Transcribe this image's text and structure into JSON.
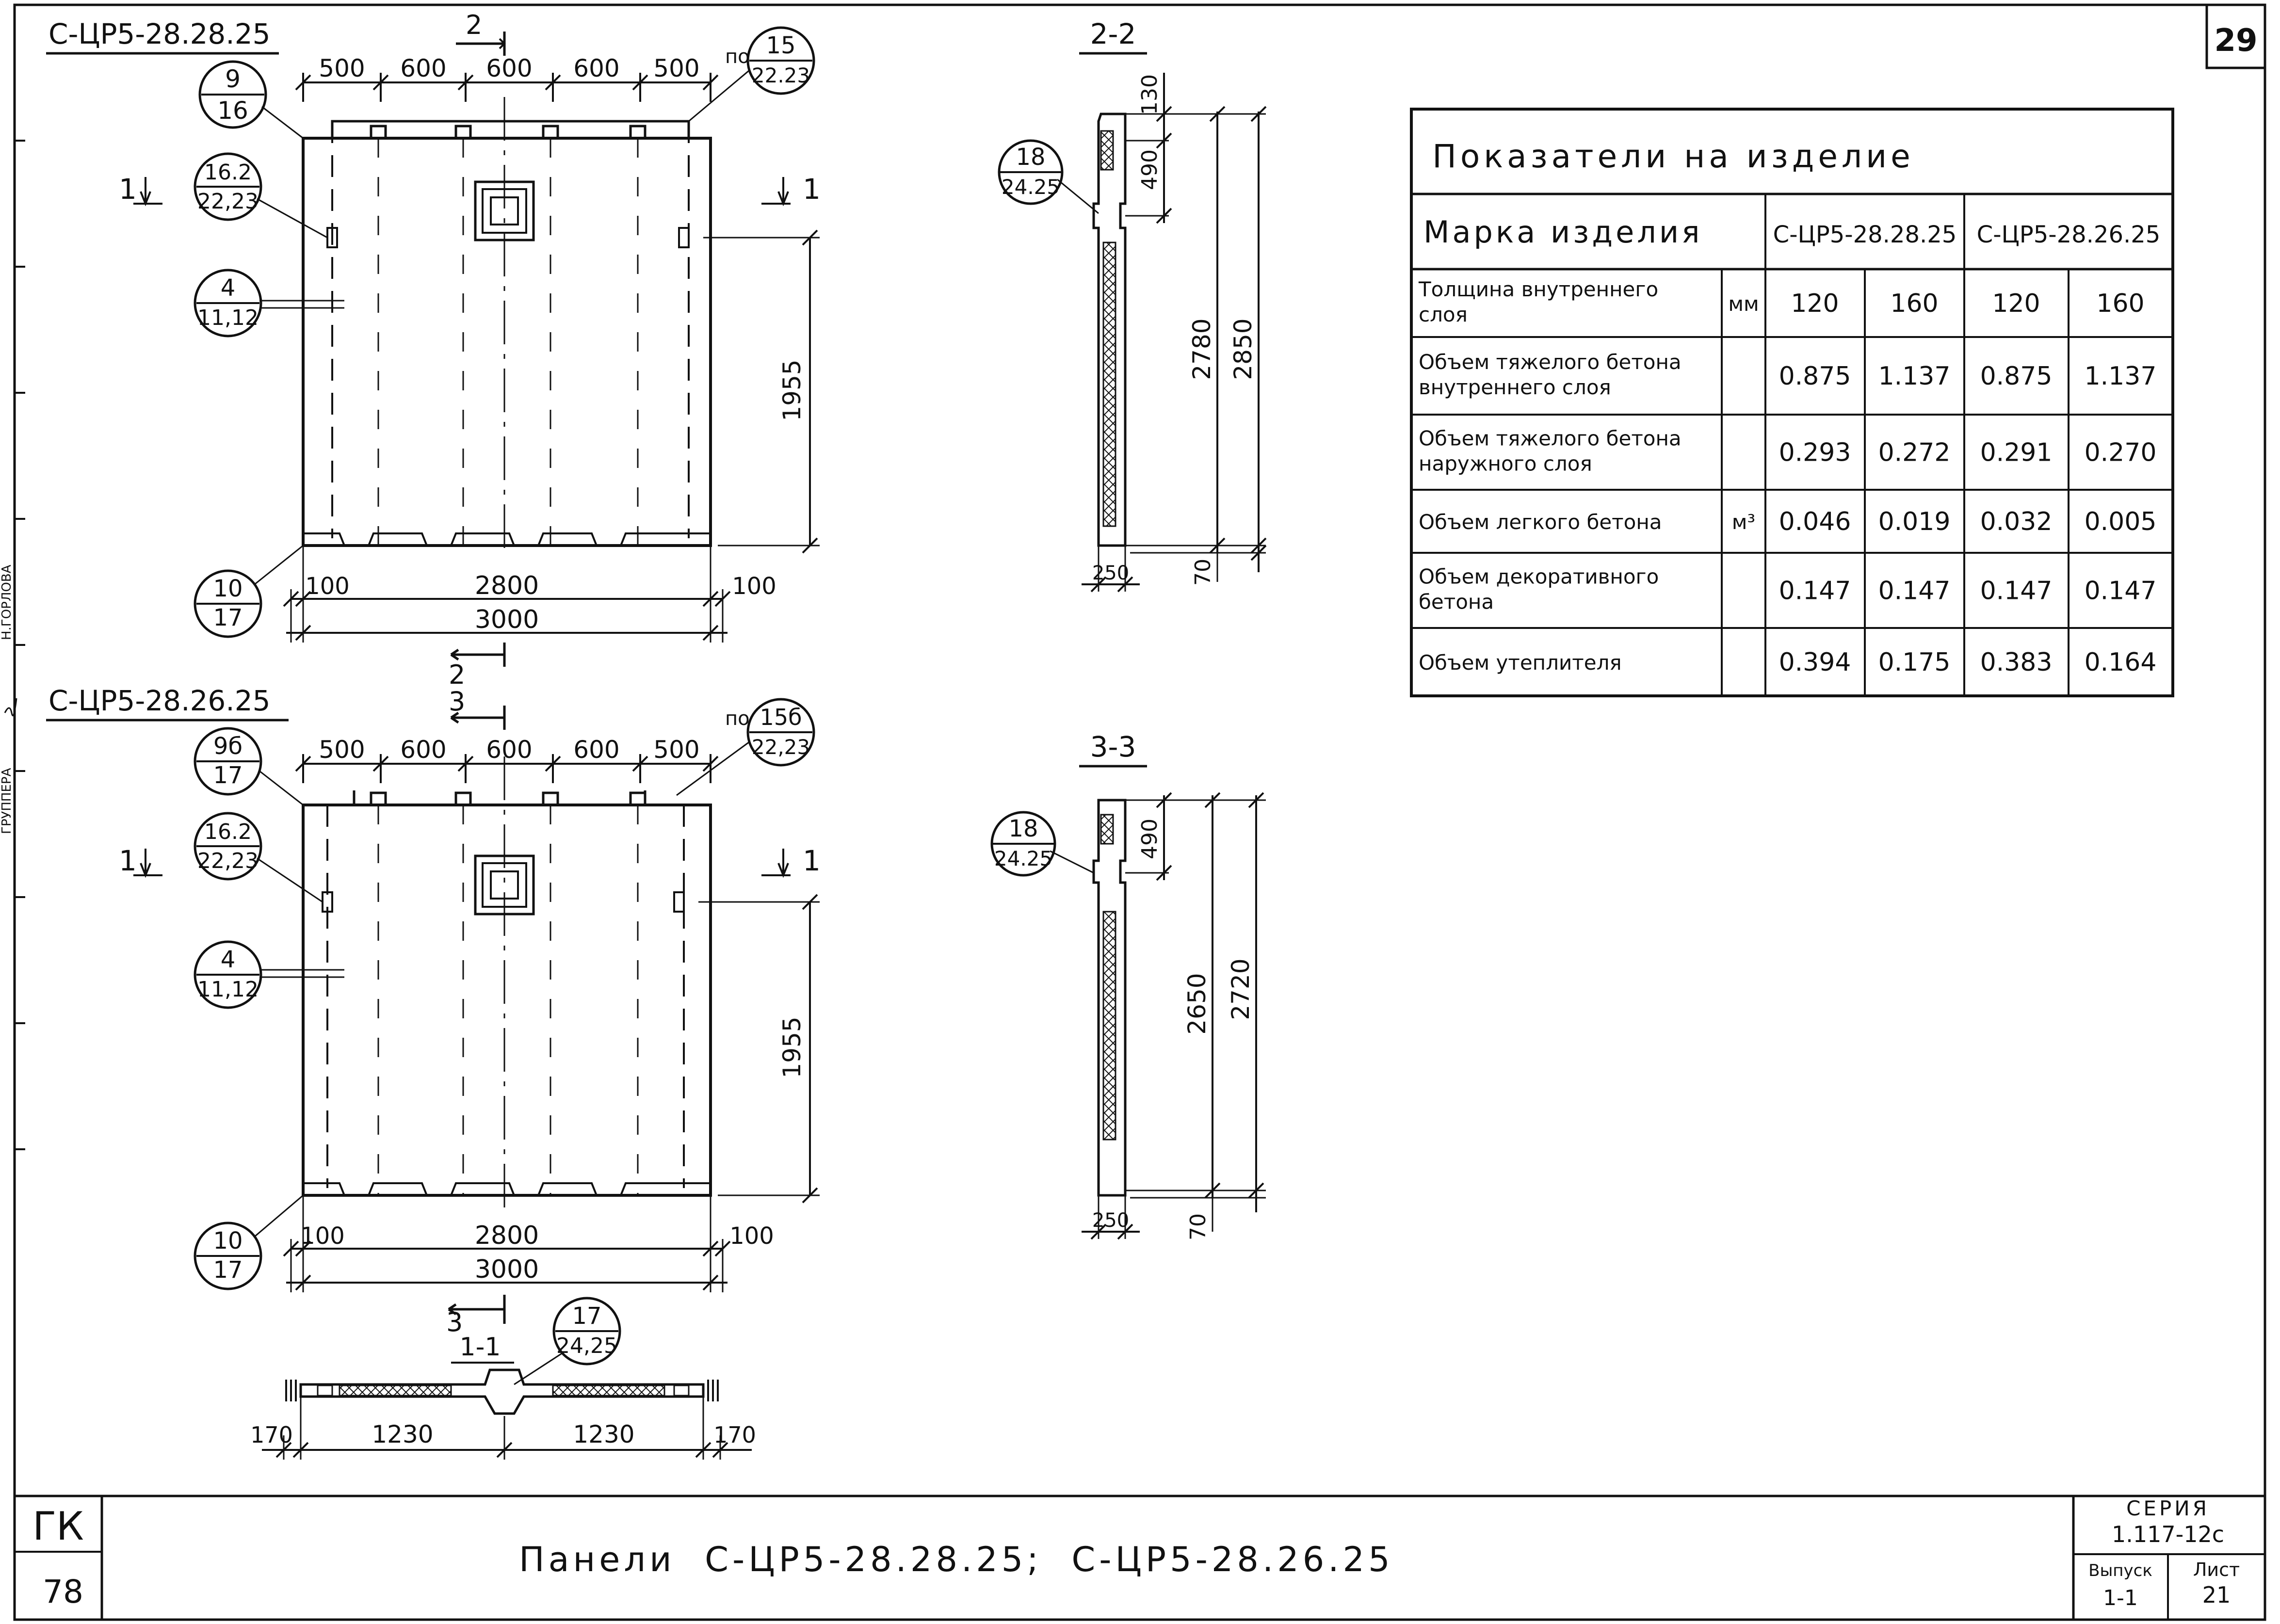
{
  "sheet": {
    "page_number": "29",
    "title": "Панели  С-ЦР5-28.28.25;  С-ЦР5-28.26.25",
    "left_stamp": "ГК",
    "left_stamp_num": "78",
    "side_label_1": "Н.ГОРЛОВА",
    "side_label_2": "ГРУППЕРА",
    "series_label": "СЕРИЯ",
    "series_value": "1.117-12с",
    "issue_label": "Выпуск",
    "issue_value": "1-1",
    "sheet_label": "Лист",
    "sheet_value": "21"
  },
  "panel1": {
    "mark": "С-ЦР5-28.28.25",
    "top_dims": [
      "500",
      "600",
      "600",
      "600",
      "500"
    ],
    "section_mark": "2",
    "po_label": "по",
    "bottom_dims": [
      "100",
      "2800",
      "100"
    ],
    "overall": "3000",
    "height_dim": "1955",
    "cut_mark": "1",
    "callouts": [
      {
        "top": "9",
        "bottom": "16"
      },
      {
        "top": "16.2",
        "bottom": "22,23"
      },
      {
        "top": "4",
        "bottom": "11,12"
      },
      {
        "top": "10",
        "bottom": "17"
      },
      {
        "top": "15",
        "bottom": "22.23"
      }
    ]
  },
  "panel2": {
    "mark": "С-ЦР5-28.26.25",
    "top_dims": [
      "500",
      "600",
      "600",
      "600",
      "500"
    ],
    "section_mark": "3",
    "po_label": "по",
    "bottom_dims": [
      "100",
      "2800",
      "100"
    ],
    "overall": "3000",
    "height_dim": "1955",
    "cut_mark": "1",
    "callouts": [
      {
        "top": "9б",
        "bottom": "17"
      },
      {
        "top": "16.2",
        "bottom": "22,23"
      },
      {
        "top": "4",
        "bottom": "11,12"
      },
      {
        "top": "10",
        "bottom": "17"
      },
      {
        "top": "15б",
        "bottom": "22,23"
      }
    ]
  },
  "section22": {
    "title": "2-2",
    "dims": [
      "130",
      "490",
      "2780",
      "2850",
      "70",
      "250"
    ],
    "callout": {
      "top": "18",
      "bottom": "24.25"
    }
  },
  "section33": {
    "title": "3-3",
    "dims": [
      "490",
      "2650",
      "2720",
      "70",
      "250"
    ],
    "callout": {
      "top": "18",
      "bottom": "24.25"
    }
  },
  "section11": {
    "title": "1-1",
    "mark": "3",
    "dims": [
      "170",
      "1230",
      "1230",
      "170"
    ],
    "callout": {
      "top": "17",
      "bottom": "24,25"
    }
  },
  "table": {
    "title": "Показатели на изделие",
    "mark_header": "Марка изделия",
    "products": [
      "С-ЦР5-28.28.25",
      "С-ЦР5-28.26.25"
    ],
    "rows": [
      {
        "label": "Толщина внутреннего слоя",
        "unit": "мм",
        "values": [
          "120",
          "160",
          "120",
          "160"
        ]
      },
      {
        "label": "Объем тяжелого бетона внутреннего слоя",
        "unit": "",
        "values": [
          "0.875",
          "1.137",
          "0.875",
          "1.137"
        ]
      },
      {
        "label": "Объем тяжелого бетона наружного слоя",
        "unit": "",
        "values": [
          "0.293",
          "0.272",
          "0.291",
          "0.270"
        ]
      },
      {
        "label": "Объем легкого бетона",
        "unit": "м³",
        "values": [
          "0.046",
          "0.019",
          "0.032",
          "0.005"
        ]
      },
      {
        "label": "Объем декоративного бетона",
        "unit": "",
        "values": [
          "0.147",
          "0.147",
          "0.147",
          "0.147"
        ]
      },
      {
        "label": "Объем утеплителя",
        "unit": "",
        "values": [
          "0.394",
          "0.175",
          "0.383",
          "0.164"
        ]
      }
    ]
  }
}
